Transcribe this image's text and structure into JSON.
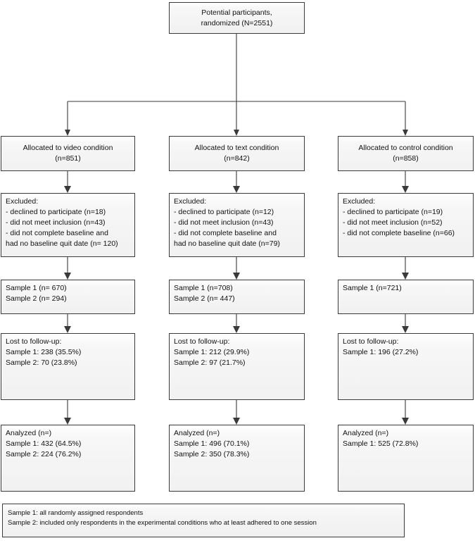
{
  "diagram": {
    "title": "CONSORT participant flow diagram",
    "type": "flowchart",
    "accent_color": "#3a3a3a",
    "box_fill": "#f1f1f1",
    "text_color": "#111111"
  },
  "top": {
    "label": "Potential participants,\nrandomized (N=2551)"
  },
  "columns": [
    {
      "key": "video",
      "allocated": "Allocated to video condition\n(n=851)",
      "excluded": "Excluded:\n- declined to participate (n=18)\n- did not meet inclusion (n=43)\n- did not complete baseline and\nhad no baseline quit date (n= 120)",
      "sample": "Sample 1 (n= 670)\nSample 2 (n= 294)",
      "lost": "Lost to follow-up:\nSample 1: 238 (35.5%)\nSample 2: 70 (23.8%)",
      "analyzed": "Analyzed (n=)\nSample 1: 432 (64.5%)\nSample 2: 224 (76.2%)"
    },
    {
      "key": "text",
      "allocated": "Allocated to text condition\n(n=842)",
      "excluded": "Excluded:\n- declined to participate (n=12)\n- did not meet inclusion (n=43)\n- did not complete baseline and\nhad no baseline quit date (n=79)",
      "sample": "Sample 1 (n=708)\nSample 2 (n= 447)",
      "lost": "Lost to follow-up:\nSample 1: 212 (29.9%)\nSample 2: 97 (21.7%)",
      "analyzed": "Analyzed (n=)\nSample 1: 496 (70.1%)\nSample 2: 350 (78.3%)"
    },
    {
      "key": "control",
      "allocated": "Allocated to control condition\n(n=858)",
      "excluded": "Excluded:\n- declined to participate (n=19)\n- did not meet inclusion (n=52)\n- did not complete baseline (n=66)",
      "sample": "Sample 1 (n=721)",
      "lost": "Lost to follow-up:\nSample 1: 196 (27.2%)",
      "analyzed": "Analyzed (n=)\nSample 1: 525 (72.8%)"
    }
  ],
  "footnote": {
    "text": "Sample 1: all randomly assigned respondents\nSample 2: included only respondents in the experimental conditions who at least adhered to one session"
  }
}
